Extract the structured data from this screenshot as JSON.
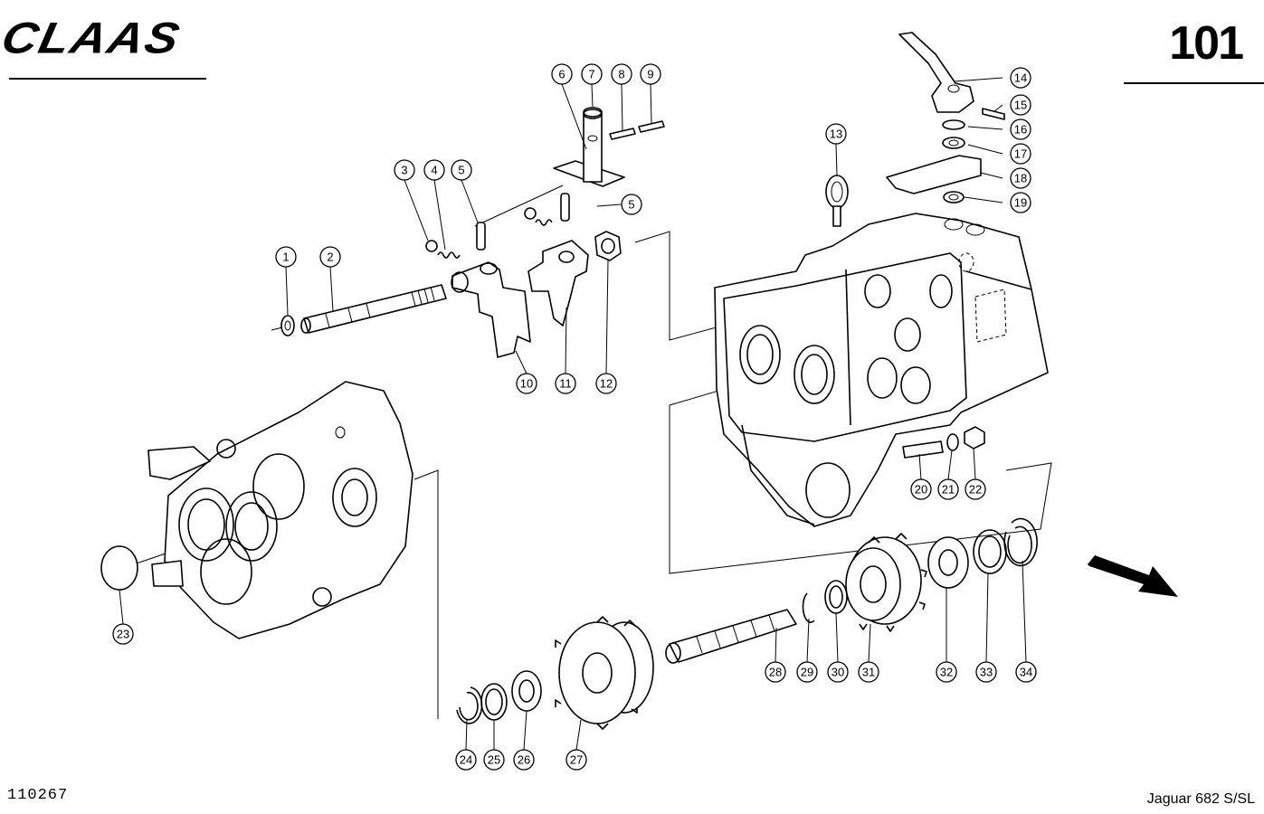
{
  "header": {
    "logo_text": "CLAAS",
    "page_number": "101"
  },
  "footer": {
    "doc_code": "110267",
    "model": "Jaguar 682 S/SL"
  },
  "callouts": [
    {
      "id": "c1",
      "label": "1"
    },
    {
      "id": "c2",
      "label": "2"
    },
    {
      "id": "c3",
      "label": "3"
    },
    {
      "id": "c4",
      "label": "4"
    },
    {
      "id": "c5a",
      "label": "5"
    },
    {
      "id": "c5b",
      "label": "5"
    },
    {
      "id": "c6",
      "label": "6"
    },
    {
      "id": "c7",
      "label": "7"
    },
    {
      "id": "c8",
      "label": "8"
    },
    {
      "id": "c9",
      "label": "9"
    },
    {
      "id": "c10",
      "label": "10"
    },
    {
      "id": "c11",
      "label": "11"
    },
    {
      "id": "c12",
      "label": "12"
    },
    {
      "id": "c13",
      "label": "13"
    },
    {
      "id": "c14",
      "label": "14"
    },
    {
      "id": "c15",
      "label": "15"
    },
    {
      "id": "c16",
      "label": "16"
    },
    {
      "id": "c17",
      "label": "17"
    },
    {
      "id": "c18",
      "label": "18"
    },
    {
      "id": "c19",
      "label": "19"
    },
    {
      "id": "c20",
      "label": "20"
    },
    {
      "id": "c21",
      "label": "21"
    },
    {
      "id": "c22",
      "label": "22"
    },
    {
      "id": "c23",
      "label": "23"
    },
    {
      "id": "c24",
      "label": "24"
    },
    {
      "id": "c25",
      "label": "25"
    },
    {
      "id": "c26",
      "label": "26"
    },
    {
      "id": "c27",
      "label": "27"
    },
    {
      "id": "c28",
      "label": "28"
    },
    {
      "id": "c29",
      "label": "29"
    },
    {
      "id": "c30",
      "label": "30"
    },
    {
      "id": "c31",
      "label": "31"
    },
    {
      "id": "c32",
      "label": "32"
    },
    {
      "id": "c33",
      "label": "33"
    },
    {
      "id": "c34",
      "label": "34"
    }
  ]
}
